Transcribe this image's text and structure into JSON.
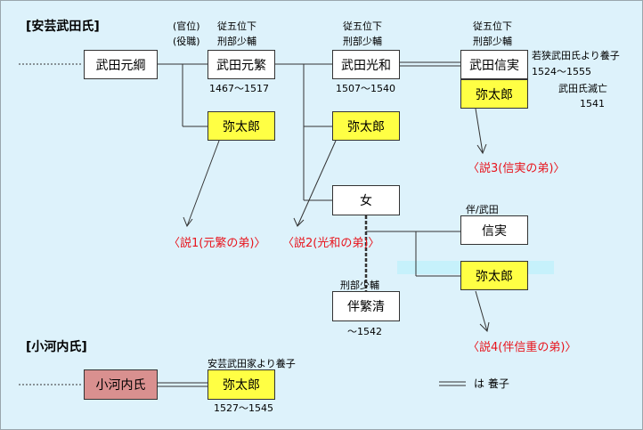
{
  "sections": {
    "aki_takeda": "[安芸武田氏]",
    "kogouchi": "[小河内氏]"
  },
  "boxes": {
    "motozuna": "武田元綱",
    "motoshige": "武田元繁",
    "mitsukazu": "武田光和",
    "nobuzane": "武田信実",
    "yatarou": "弥太郎",
    "onna": "女",
    "nobuzane_plain": "信実",
    "tomo_shigekiyo": "伴繁清",
    "kogouchi": "小河内氏"
  },
  "labels": {
    "kan_i": "(官位)",
    "yakushoku": "(役職)",
    "rank": "従五位下",
    "post": "刑部少輔",
    "dates_motoshige": "1467～1517",
    "dates_mitsukazu": "1507～1540",
    "adopted_from_wakasa": "若狭武田氏より養子",
    "dates_nobuzane": "1524～1555",
    "takeda_extinction": "武田氏滅亡",
    "extinction_year": "1541",
    "tomo_takeda": "伴/武田",
    "dates_tomo_shigekiyo": "～1542",
    "adopted_from_aki_takeda": "安芸武田家より養子",
    "dates_yatarou_kogouchi": "1527～1545",
    "legend_adoption": "は 養子"
  },
  "theories": {
    "t1": "〈説1(元繁の弟)〉",
    "t2": "〈説2(光和の弟)〉",
    "t3": "〈説3(信実の弟)〉",
    "t4": "〈説4(伴信重の弟)〉"
  },
  "colors": {
    "background": "#ddf2fb",
    "highlight_box": "#ffff44",
    "kogouchi_box": "#d9908f",
    "theory_text": "#e8141c"
  }
}
